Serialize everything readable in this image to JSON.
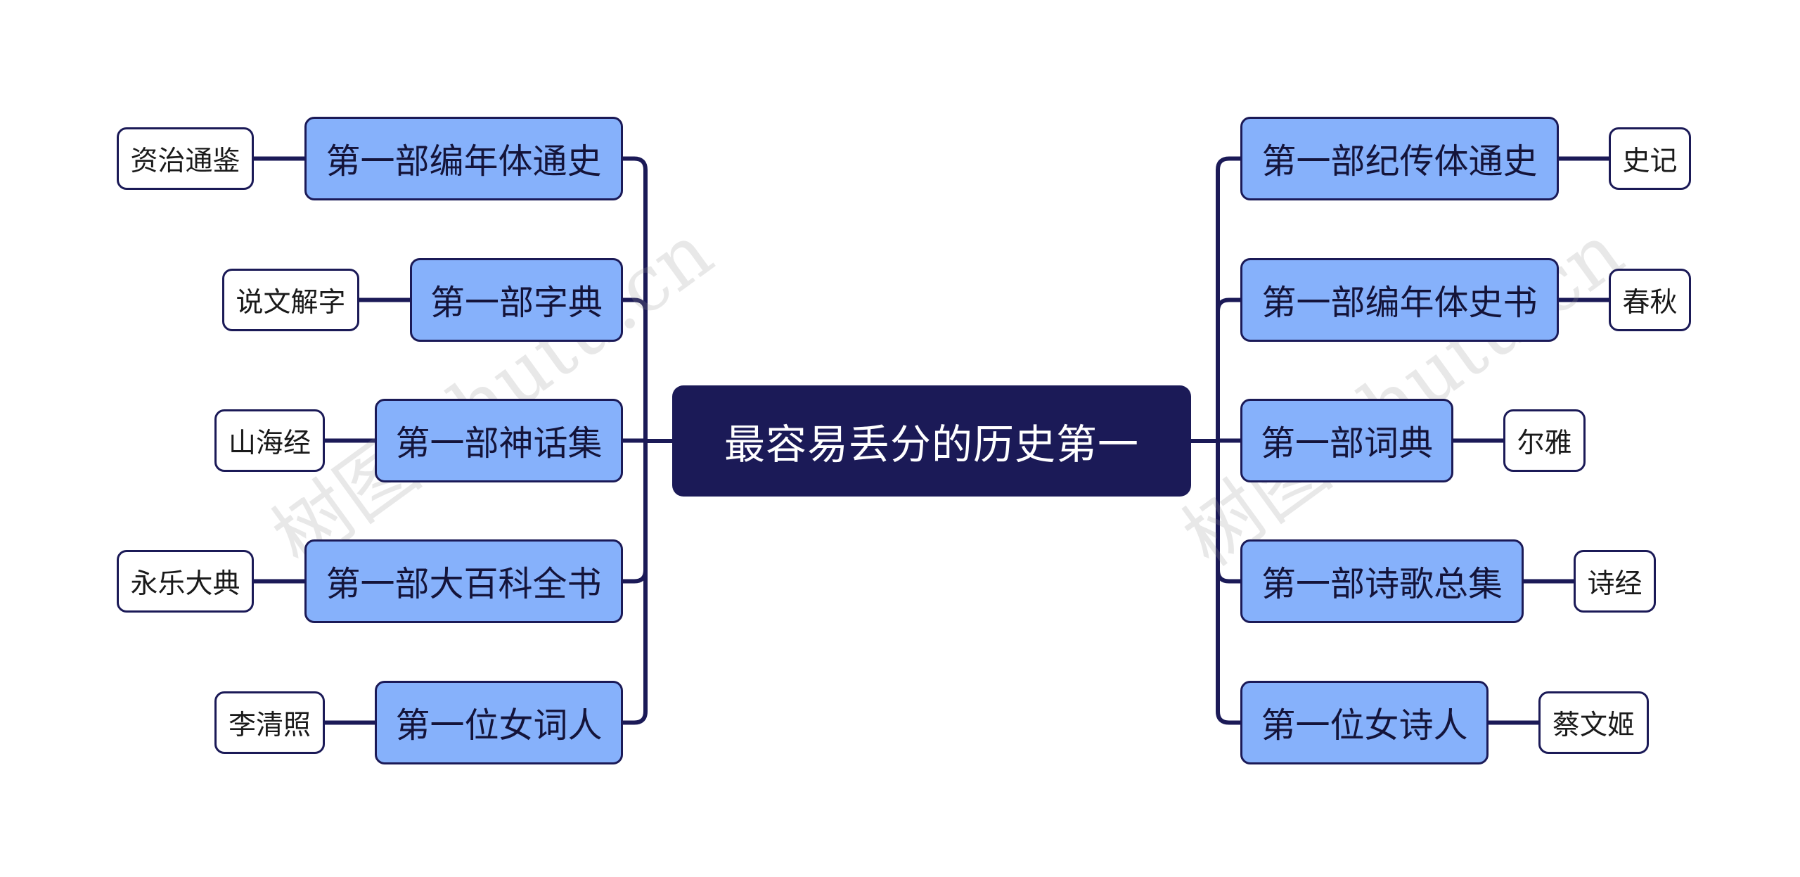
{
  "root": {
    "label": "最容易丢分的历史第一"
  },
  "left": [
    {
      "branch": "第一部编年体通史",
      "leaf": "资治通鉴"
    },
    {
      "branch": "第一部字典",
      "leaf": "说文解字"
    },
    {
      "branch": "第一部神话集",
      "leaf": "山海经"
    },
    {
      "branch": "第一部大百科全书",
      "leaf": "永乐大典"
    },
    {
      "branch": "第一位女词人",
      "leaf": "李清照"
    }
  ],
  "right": [
    {
      "branch": "第一部纪传体通史",
      "leaf": "史记"
    },
    {
      "branch": "第一部编年体史书",
      "leaf": "春秋"
    },
    {
      "branch": "第一部词典",
      "leaf": "尔雅"
    },
    {
      "branch": "第一部诗歌总集",
      "leaf": "诗经"
    },
    {
      "branch": "第一位女诗人",
      "leaf": "蔡文姬"
    }
  ],
  "watermark": "树图 shutu.cn",
  "colors": {
    "root": "#1b1a57",
    "branch": "#86b1fb",
    "line": "#1b1a57",
    "leaf": "#ffffff"
  }
}
